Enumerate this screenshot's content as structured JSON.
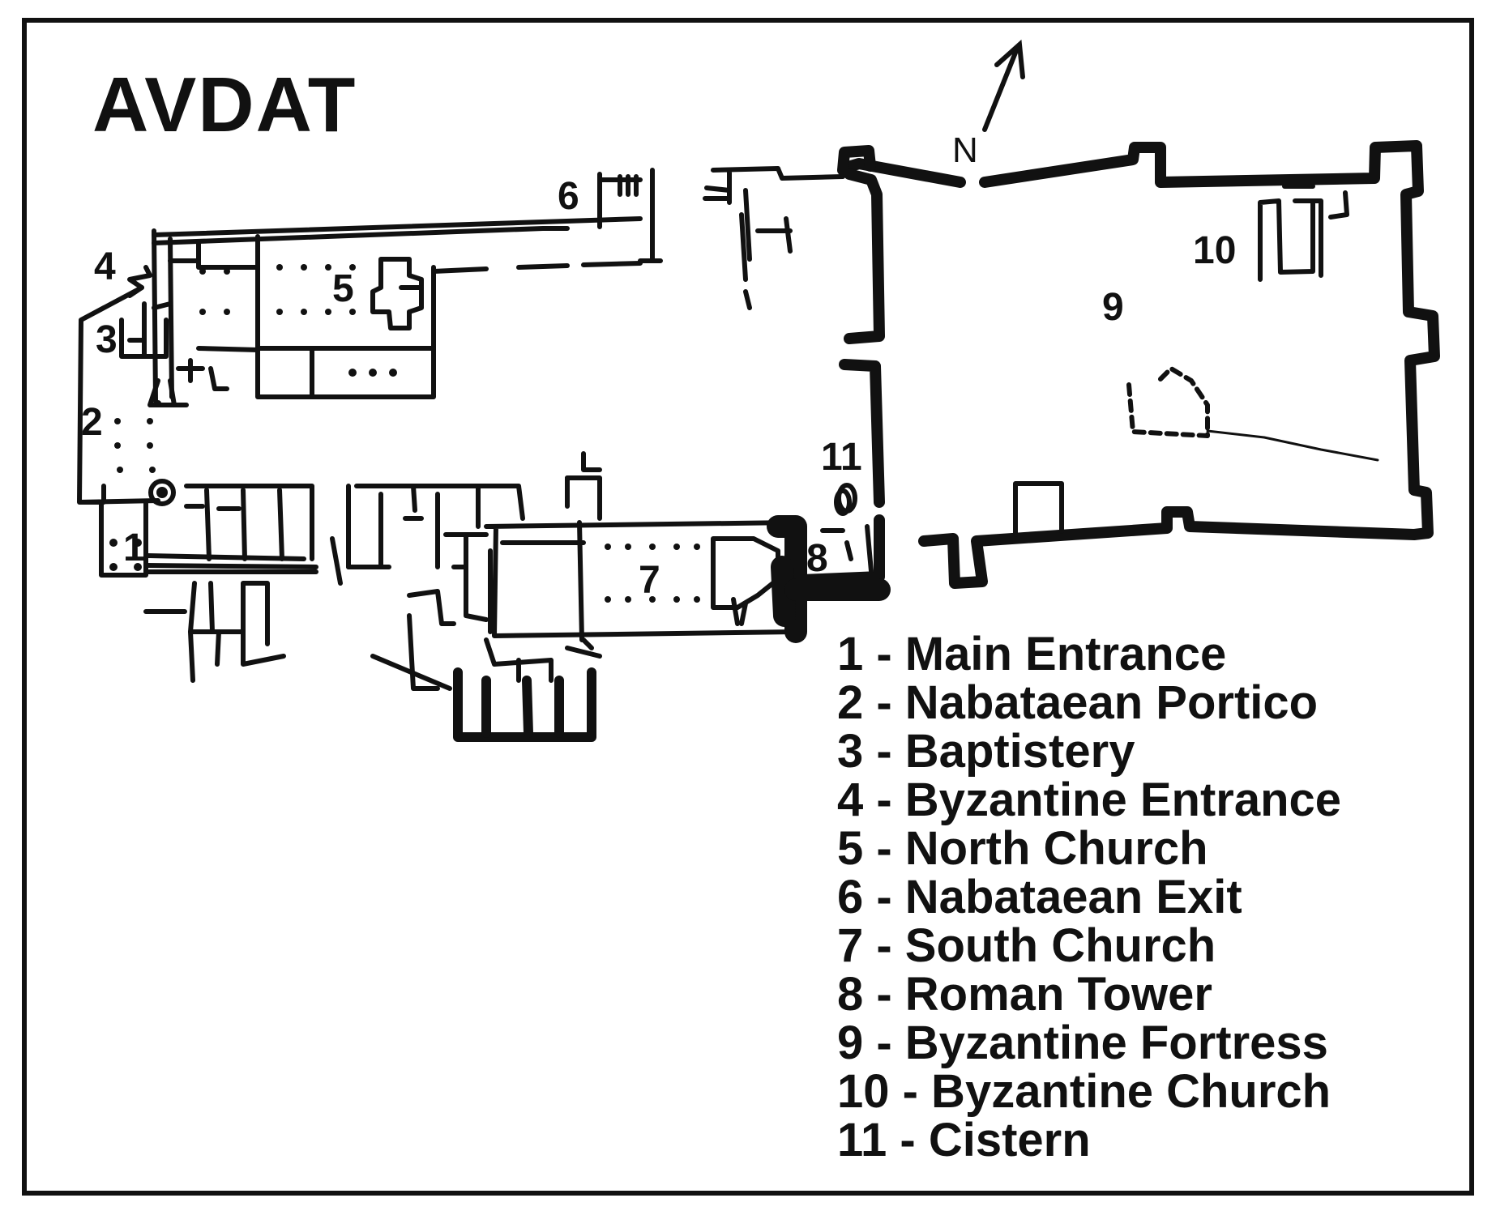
{
  "title": "AVDAT",
  "north_label": "N",
  "plan_labels": [
    {
      "id": "1",
      "text": "1"
    },
    {
      "id": "2",
      "text": "2"
    },
    {
      "id": "3",
      "text": "3"
    },
    {
      "id": "4",
      "text": "4"
    },
    {
      "id": "5",
      "text": "5"
    },
    {
      "id": "6",
      "text": "6"
    },
    {
      "id": "7",
      "text": "7"
    },
    {
      "id": "8",
      "text": "8"
    },
    {
      "id": "9",
      "text": "9"
    },
    {
      "id": "10",
      "text": "10"
    },
    {
      "id": "11",
      "text": "11"
    }
  ],
  "legend": [
    "1 - Main Entrance",
    "2 - Nabataean Portico",
    "3 - Baptistery",
    "4 - Byzantine Entrance",
    "5 - North Church",
    "6 - Nabataean Exit",
    "7 - South Church",
    "8 - Roman Tower",
    "9 - Byzantine Fortress",
    "10 - Byzantine Church",
    "11 - Cistern"
  ],
  "colors": {
    "ink": "#111111",
    "paper": "#ffffff"
  }
}
